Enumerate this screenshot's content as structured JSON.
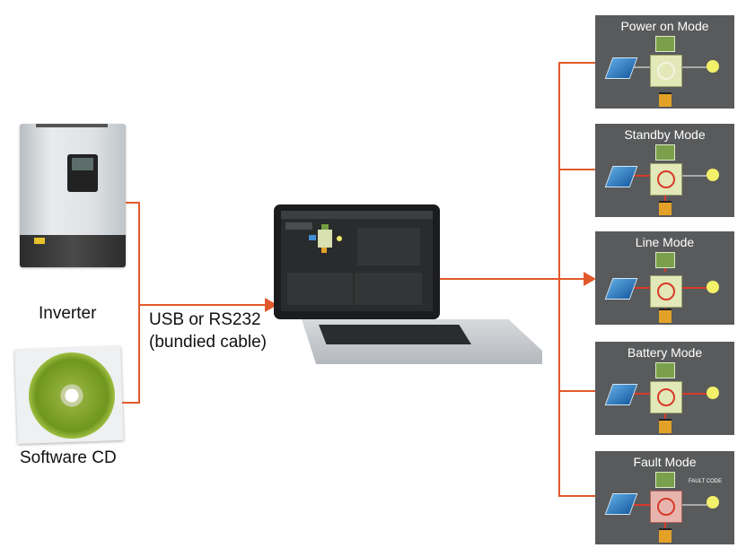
{
  "devices": {
    "inverter_label": "Inverter",
    "cd_label": "Software CD",
    "cable_line1": "USB or RS232",
    "cable_line2": "(bundied cable)"
  },
  "modes": [
    {
      "title": "Power on Mode",
      "flow": "none"
    },
    {
      "title": "Standby Mode",
      "flow": "solar-battery"
    },
    {
      "title": "Line Mode",
      "flow": "grid-load"
    },
    {
      "title": "Battery Mode",
      "flow": "battery-load"
    },
    {
      "title": "Fault Mode",
      "flow": "fault",
      "tag": "FAULT CODE"
    }
  ],
  "colors": {
    "connector": "#e2592b",
    "panel_bg": "#595a5b"
  }
}
